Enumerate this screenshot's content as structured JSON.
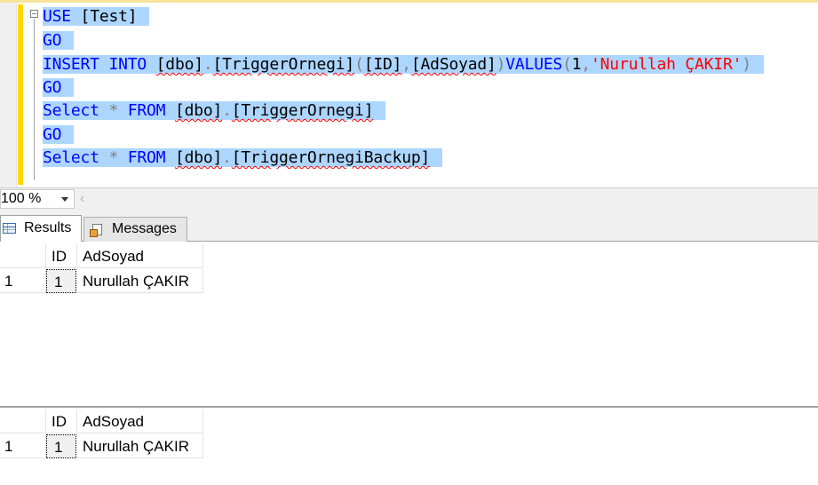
{
  "editor": {
    "lines": [
      {
        "id": "l1",
        "tokens": [
          {
            "t": "USE",
            "c": "kw"
          },
          {
            "t": " [Test]",
            "c": "tx"
          }
        ]
      },
      {
        "id": "l2",
        "tokens": [
          {
            "t": "GO",
            "c": "kw"
          }
        ]
      },
      {
        "id": "l3",
        "tokens": [
          {
            "t": "INSERT",
            "c": "kw"
          },
          {
            "t": " ",
            "c": "tx"
          },
          {
            "t": "INTO",
            "c": "kw"
          },
          {
            "t": " ",
            "c": "tx"
          },
          {
            "t": "[dbo]",
            "c": "tx",
            "sq": true
          },
          {
            "t": ".",
            "c": "gr"
          },
          {
            "t": "[TriggerOrnegi]",
            "c": "tx",
            "sq": true
          },
          {
            "t": "(",
            "c": "gr"
          },
          {
            "t": "[ID]",
            "c": "tx",
            "sq": true
          },
          {
            "t": ",",
            "c": "gr"
          },
          {
            "t": "[AdSoyad]",
            "c": "tx",
            "sq": true
          },
          {
            "t": ")",
            "c": "gr"
          },
          {
            "t": "VALUES",
            "c": "kw"
          },
          {
            "t": "(",
            "c": "gr"
          },
          {
            "t": "1",
            "c": "tx"
          },
          {
            "t": ",",
            "c": "gr"
          },
          {
            "t": "'Nurullah ÇAKIR'",
            "c": "str"
          },
          {
            "t": ")",
            "c": "gr"
          }
        ]
      },
      {
        "id": "l4",
        "tokens": [
          {
            "t": "GO",
            "c": "kw"
          }
        ]
      },
      {
        "id": "l5",
        "tokens": [
          {
            "t": "Select",
            "c": "kw"
          },
          {
            "t": " ",
            "c": "tx"
          },
          {
            "t": "*",
            "c": "gr"
          },
          {
            "t": " ",
            "c": "tx"
          },
          {
            "t": "FROM",
            "c": "kw"
          },
          {
            "t": " ",
            "c": "tx"
          },
          {
            "t": "[dbo]",
            "c": "tx",
            "sq": true
          },
          {
            "t": ".",
            "c": "gr"
          },
          {
            "t": "[TriggerOrnegi]",
            "c": "tx",
            "sq": true
          }
        ]
      },
      {
        "id": "l6",
        "tokens": [
          {
            "t": "GO",
            "c": "kw"
          }
        ]
      },
      {
        "id": "l7",
        "tokens": [
          {
            "t": "Select",
            "c": "kw"
          },
          {
            "t": " ",
            "c": "tx"
          },
          {
            "t": "*",
            "c": "gr"
          },
          {
            "t": " ",
            "c": "tx"
          },
          {
            "t": "FROM",
            "c": "kw"
          },
          {
            "t": " ",
            "c": "tx"
          },
          {
            "t": "[dbo]",
            "c": "tx",
            "sq": true
          },
          {
            "t": ".",
            "c": "gr"
          },
          {
            "t": "[TriggerOrnegiBackup]",
            "c": "tx",
            "sq": true
          }
        ]
      }
    ]
  },
  "zoom": {
    "value": "100 %"
  },
  "tabs": {
    "results_label": "Results",
    "messages_label": "Messages"
  },
  "grids": [
    {
      "headers": {
        "id": "ID",
        "name": "AdSoyad"
      },
      "rows": [
        {
          "rownum": "1",
          "id": "1",
          "name": "Nurullah ÇAKIR"
        }
      ]
    },
    {
      "headers": {
        "id": "ID",
        "name": "AdSoyad"
      },
      "rows": [
        {
          "rownum": "1",
          "id": "1",
          "name": "Nurullah ÇAKIR"
        }
      ]
    }
  ],
  "colors": {
    "keyword": "#0000ff",
    "string": "#ff0000",
    "selection": "#add6ff",
    "change_bar": "#ffd700"
  }
}
